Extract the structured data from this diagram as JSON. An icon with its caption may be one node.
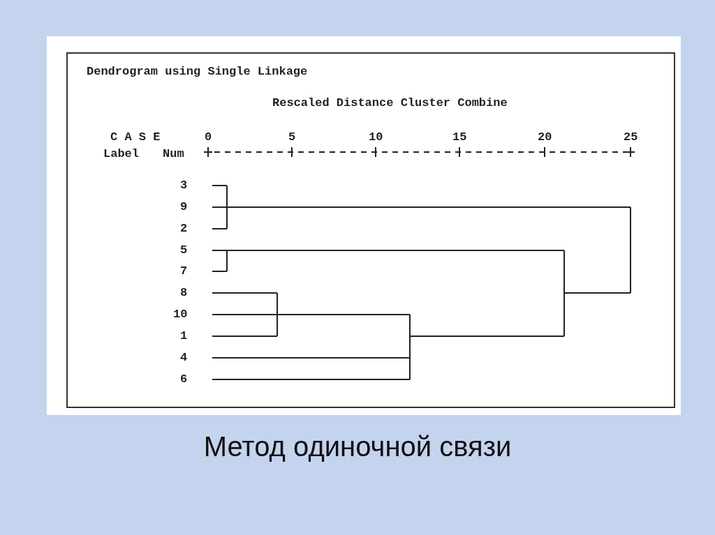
{
  "diagram": {
    "title": "Dendrogram using Single Linkage",
    "caption": "Метод одиночной связи",
    "labels": [
      "Rescaled Distance Cluster Combine",
      "C A S E",
      "0",
      "5",
      "10",
      "15",
      "20",
      "25",
      "Label",
      "Num",
      "3",
      "9",
      "2",
      "5",
      "7",
      "8",
      "10",
      "1",
      "4",
      "6"
    ]
  }
}
